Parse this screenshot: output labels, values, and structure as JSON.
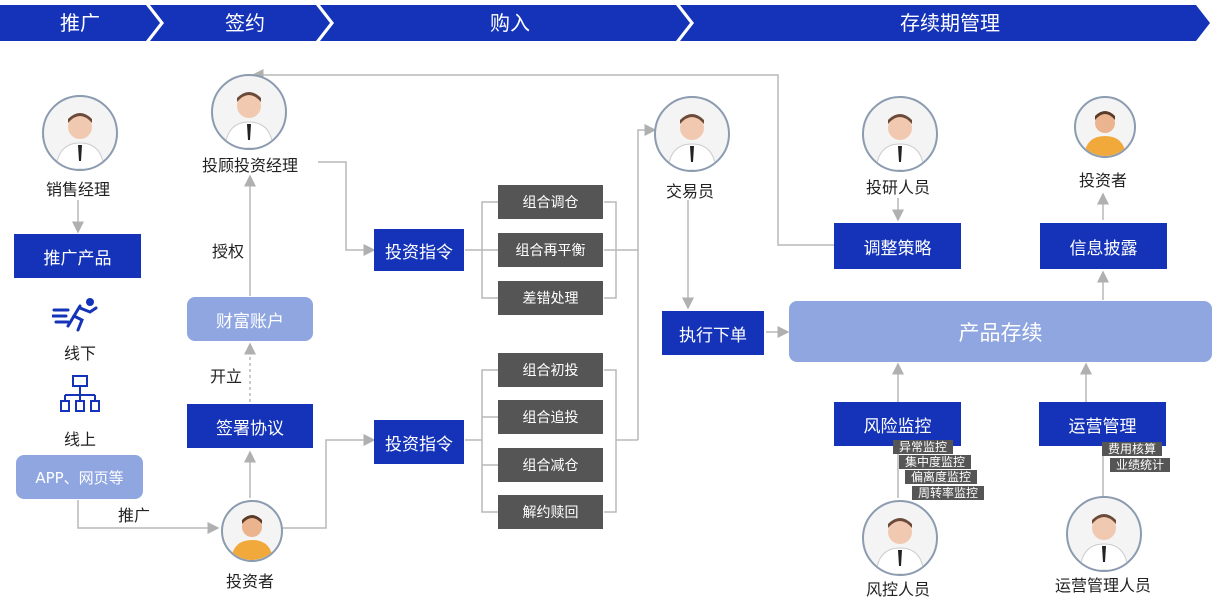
{
  "phases": [
    "推广",
    "签约",
    "购入",
    "存续期管理"
  ],
  "roles": {
    "sales_manager": "销售经理",
    "advisor_manager": "投顾投资经理",
    "trader": "交易员",
    "researcher": "投研人员",
    "investor_top": "投资者",
    "investor_bottom": "投资者",
    "risk_staff": "风控人员",
    "ops_staff": "运营管理人员"
  },
  "boxes": {
    "promote_product": "推广产品",
    "wealth_account": "财富账户",
    "sign_agreement": "签署协议",
    "app_web": "APP、网页等",
    "instruction_top": "投资指令",
    "instruction_bottom": "投资指令",
    "execute_order": "执行下单",
    "product_continue": "产品存续",
    "adjust_strategy": "调整策略",
    "info_disclosure": "信息披露",
    "risk_control": "风险监控",
    "ops_management": "运营管理"
  },
  "labels": {
    "offline": "线下",
    "online": "线上",
    "authorize": "授权",
    "open_account": "开立",
    "promote": "推广"
  },
  "ops_top": [
    "组合调仓",
    "组合再平衡",
    "差错处理"
  ],
  "ops_bottom": [
    "组合初投",
    "组合追投",
    "组合减仓",
    "解约赎回"
  ],
  "risk_tags": [
    "异常监控",
    "集中度监控",
    "偏离度监控",
    "周转率监控"
  ],
  "ops_tags": [
    "费用核算",
    "业绩统计"
  ],
  "colors": {
    "primary": "#1533b8",
    "light": "#8fa6e0",
    "gray": "#555555"
  }
}
